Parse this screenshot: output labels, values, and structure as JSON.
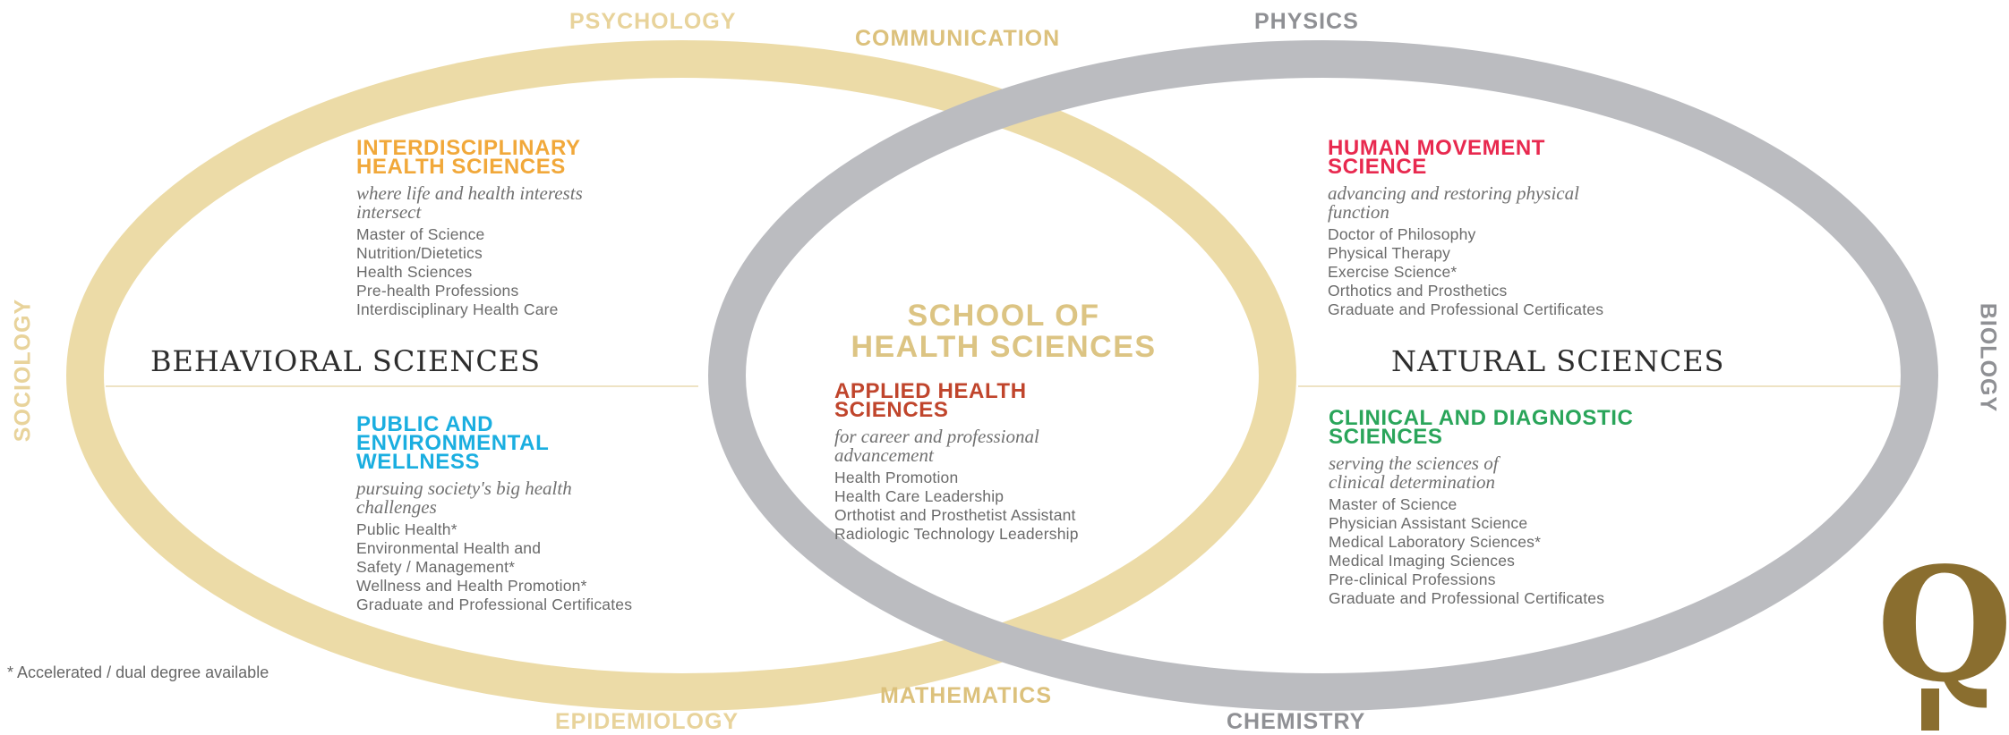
{
  "disciplines": {
    "psychology": "PSYCHOLOGY",
    "communication": "COMMUNICATION",
    "physics": "PHYSICS",
    "sociology": "SOCIOLOGY",
    "biology": "BIOLOGY",
    "epidemiology": "EPIDEMIOLOGY",
    "mathematics": "MATHEMATICS",
    "chemistry": "CHEMISTRY"
  },
  "areas": {
    "behavioral": "BEHAVIORAL SCIENCES",
    "natural": "NATURAL SCIENCES"
  },
  "school": {
    "line1": "SCHOOL OF",
    "line2": "HEALTH SCIENCES"
  },
  "sections": {
    "interdisciplinary": {
      "title_lines": [
        "INTERDISCIPLINARY",
        "HEALTH SCIENCES"
      ],
      "tagline_lines": [
        "where life and health interests",
        "intersect"
      ],
      "items": [
        "Master of Science",
        "Nutrition/Dietetics",
        "Health Sciences",
        "Pre-health Professions",
        "Interdisciplinary Health Care"
      ],
      "color": "#f1a83a"
    },
    "human_movement": {
      "title_lines": [
        "HUMAN MOVEMENT",
        "SCIENCE"
      ],
      "tagline_lines": [
        "advancing and restoring physical",
        "function"
      ],
      "items": [
        "Doctor of Philosophy",
        "Physical Therapy",
        "Exercise Science*",
        "Orthotics and Prosthetics",
        "Graduate and Professional Certificates"
      ],
      "color": "#e8294f"
    },
    "public_health": {
      "title_lines": [
        "PUBLIC AND",
        "ENVIRONMENTAL",
        "WELLNESS"
      ],
      "tagline_lines": [
        "pursuing society's big health",
        "challenges"
      ],
      "items": [
        "Public Health*",
        "Environmental Health and",
        "Safety / Management*",
        "Wellness and Health Promotion*",
        "Graduate and Professional Certificates"
      ],
      "color": "#1aaee0"
    },
    "applied": {
      "title_lines": [
        "APPLIED HEALTH",
        "SCIENCES"
      ],
      "tagline_lines": [
        "for career and  professional",
        "advancement"
      ],
      "items": [
        "Health Promotion",
        "Health Care Leadership",
        "Orthotist and Prosthetist Assistant",
        "Radiologic Technology Leadership"
      ],
      "color": "#c0452c"
    },
    "clinical": {
      "title_lines": [
        "CLINICAL AND DIAGNOSTIC",
        "SCIENCES"
      ],
      "tagline_lines": [
        "serving the sciences of",
        "clinical determination"
      ],
      "items": [
        "Master of Science",
        "Physician Assistant Science",
        "Medical Laboratory Sciences*",
        "Medical Imaging Sciences",
        "Pre-clinical Professions",
        "Graduate and Professional Certificates"
      ],
      "color": "#2aa55a"
    }
  },
  "footnote": "* Accelerated / dual degree available",
  "logo_text": "Q",
  "colors": {
    "gold_ring": "#ecdba7",
    "grey_ring": "#bbbcc0",
    "logo": "#8a6e2f"
  }
}
